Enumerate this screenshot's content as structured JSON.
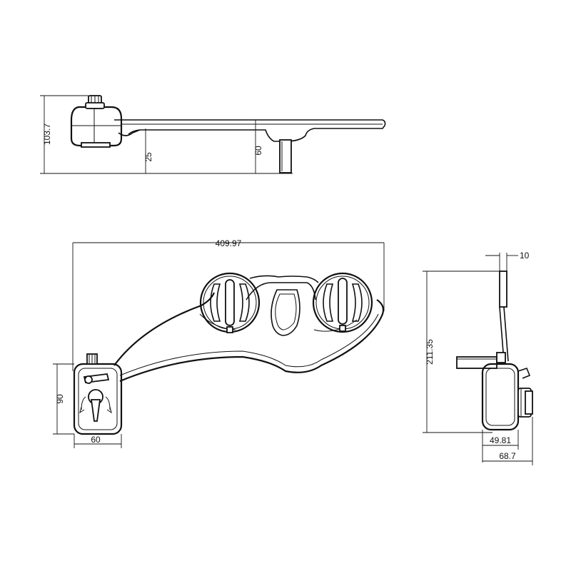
{
  "dimensions": {
    "side_height": "103.7",
    "side_arm_offset": "25",
    "side_stem_height": "60",
    "total_length": "409.97",
    "body_height": "90",
    "body_width": "60",
    "end_thickness": "10",
    "end_height": "211.35",
    "end_depth": "49.81",
    "end_total_depth": "68.7"
  }
}
